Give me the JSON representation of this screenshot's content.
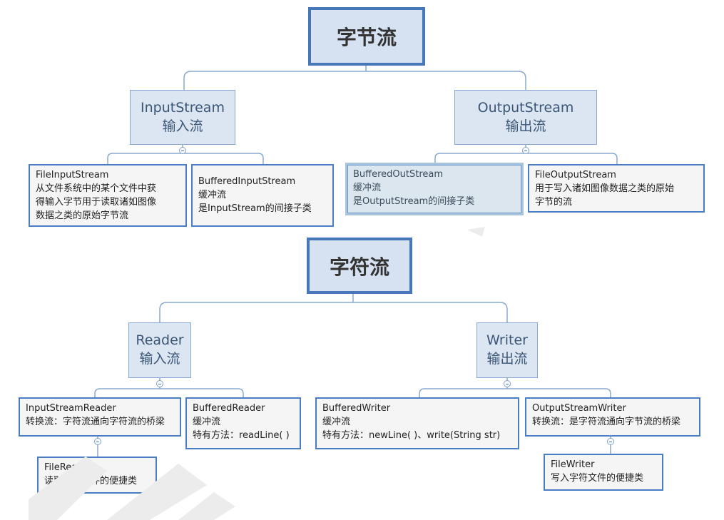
{
  "byte_stream": {
    "title": "字节流",
    "input": {
      "name": "InputStream",
      "cn": "输入流"
    },
    "output": {
      "name": "OutputStream",
      "cn": "输出流"
    },
    "leaves": {
      "file_input": [
        "FileInputStream",
        "从文件系统中的某个文件中获",
        "得输入字节用于读取诸如图像",
        "数据之类的原始字节流"
      ],
      "buffered_input": [
        "BufferedInputStream",
        "缓冲流",
        "是InputStream的间接子类"
      ],
      "buffered_output": [
        "BufferedOutStream",
        "缓冲流",
        "是OutputStream的间接子类"
      ],
      "file_output": [
        "FileOutputStream",
        "用于写入诸如图像数据之类的原始",
        "字节的流"
      ]
    }
  },
  "char_stream": {
    "title": "字符流",
    "reader": {
      "name": "Reader",
      "cn": "输入流"
    },
    "writer": {
      "name": "Writer",
      "cn": "输出流"
    },
    "leaves": {
      "input_stream_reader": [
        "InputStreamReader",
        "转换流：字符流通向字符流的桥梁"
      ],
      "file_reader": [
        "FileReader",
        "读取字符文件的便捷类"
      ],
      "buffered_reader": [
        "BufferedReader",
        "缓冲流",
        "特有方法：readLine( )"
      ],
      "buffered_writer": [
        "BufferedWriter",
        "缓冲流",
        "特有方法：newLine( )、write(String str)"
      ],
      "output_stream_writer": [
        "OutputStreamWriter",
        "转换流：是字符流通向字节流的桥梁"
      ],
      "file_writer": [
        "FileWriter",
        "写入字符文件的便捷类"
      ]
    }
  },
  "colors": {
    "title_fill": "#d6e2f2",
    "title_border": "#4677b8",
    "connector": "#8aa9d0",
    "leaf_border": "#4a7ec4"
  }
}
